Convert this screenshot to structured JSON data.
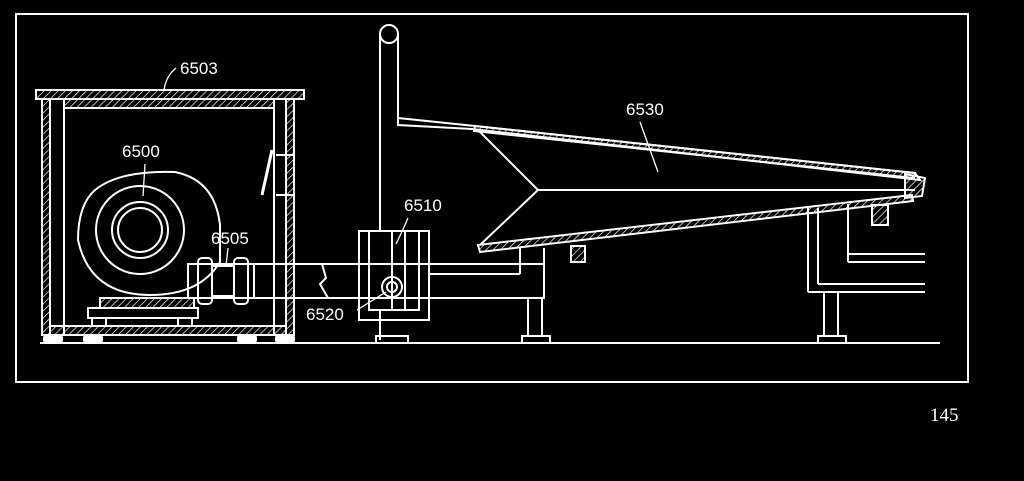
{
  "labels": {
    "dryer_cover": "6503",
    "blower": "6500",
    "connector_pipe": "6505",
    "valve_housing": "6510",
    "valve_element": "6520",
    "hopper": "6530"
  },
  "page_number": "145",
  "colors": {
    "background": "#000000",
    "lines": "#ffffff"
  }
}
